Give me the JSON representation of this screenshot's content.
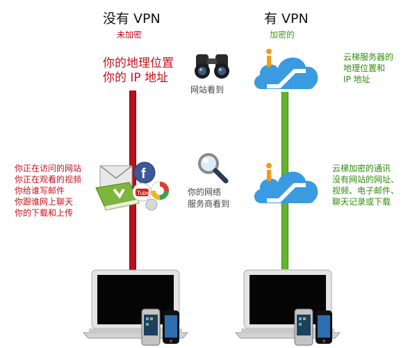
{
  "no_vpn": {
    "title": "没有 VPN",
    "status": "未加密",
    "location_line1": "你的地理位置",
    "location_line2": "你的 IP 地址",
    "activity_lines": [
      "你正在访问的网站",
      "你正在观看的视频",
      "你给谁写邮件",
      "你跟谁网上聊天",
      "你的下载和上传"
    ]
  },
  "with_vpn": {
    "title": "有 VPN",
    "status": "加密的",
    "server_lines": [
      "云梯服务器的",
      "地理位置和",
      "IP 地址"
    ],
    "encrypted_lines": [
      "云梯加密的通讯",
      "没有网站的网址、",
      "视频、电子邮件、",
      "聊天记录或下载"
    ]
  },
  "middle": {
    "websites_see": "网站看到",
    "isp_see_line1": "你的网络",
    "isp_see_line2": "服务商看到"
  },
  "colors": {
    "red": "#c8101c",
    "green": "#3a9a10",
    "cloud": "#3a9be0"
  },
  "icons": {
    "binoculars": "binoculars-icon",
    "magnifier": "magnifier-icon",
    "cloud_escalator": "cloud-escalator-icon",
    "social_cluster": "social-apps-icon",
    "laptop": "laptop-icon",
    "phones": "phones-icon"
  }
}
